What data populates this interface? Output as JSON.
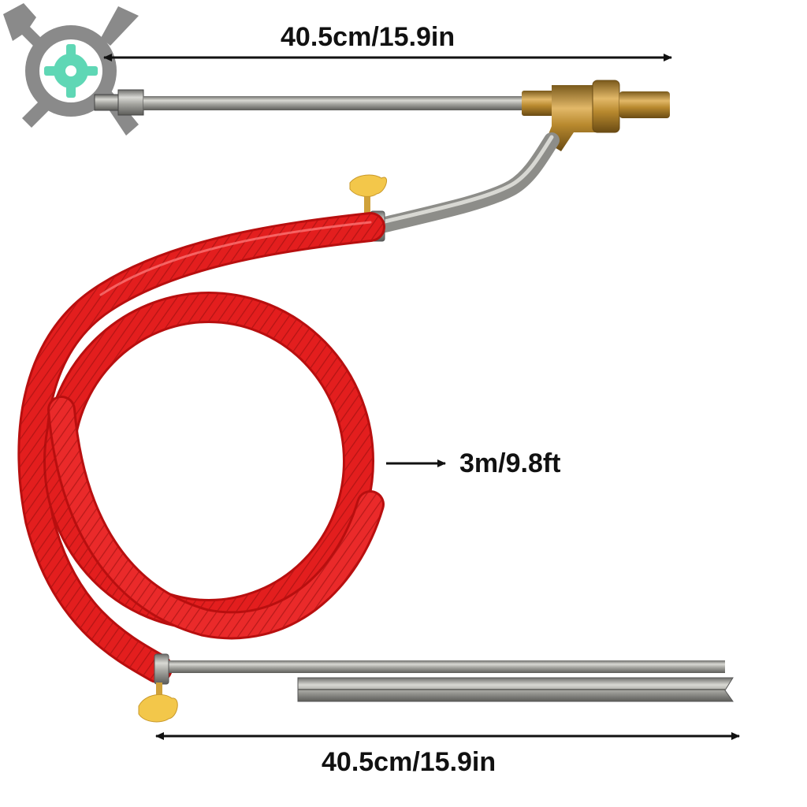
{
  "dimensions": {
    "top_length": "40.5cm/15.9in",
    "hose_length": "3m/9.8ft",
    "bottom_length": "40.5cm/15.9in"
  },
  "colors": {
    "hose": "#e31e1e",
    "hose_dark": "#b80f0f",
    "brass": "#b8892e",
    "steel": "#9a9a96",
    "valve_knob": "#f3c74a",
    "logo_gear": "#8a8a8a",
    "logo_center": "#5fd7b5"
  },
  "icons": [
    "wrench-screwdriver-logo-icon",
    "arrow-right-icon",
    "double-arrow-icon"
  ]
}
